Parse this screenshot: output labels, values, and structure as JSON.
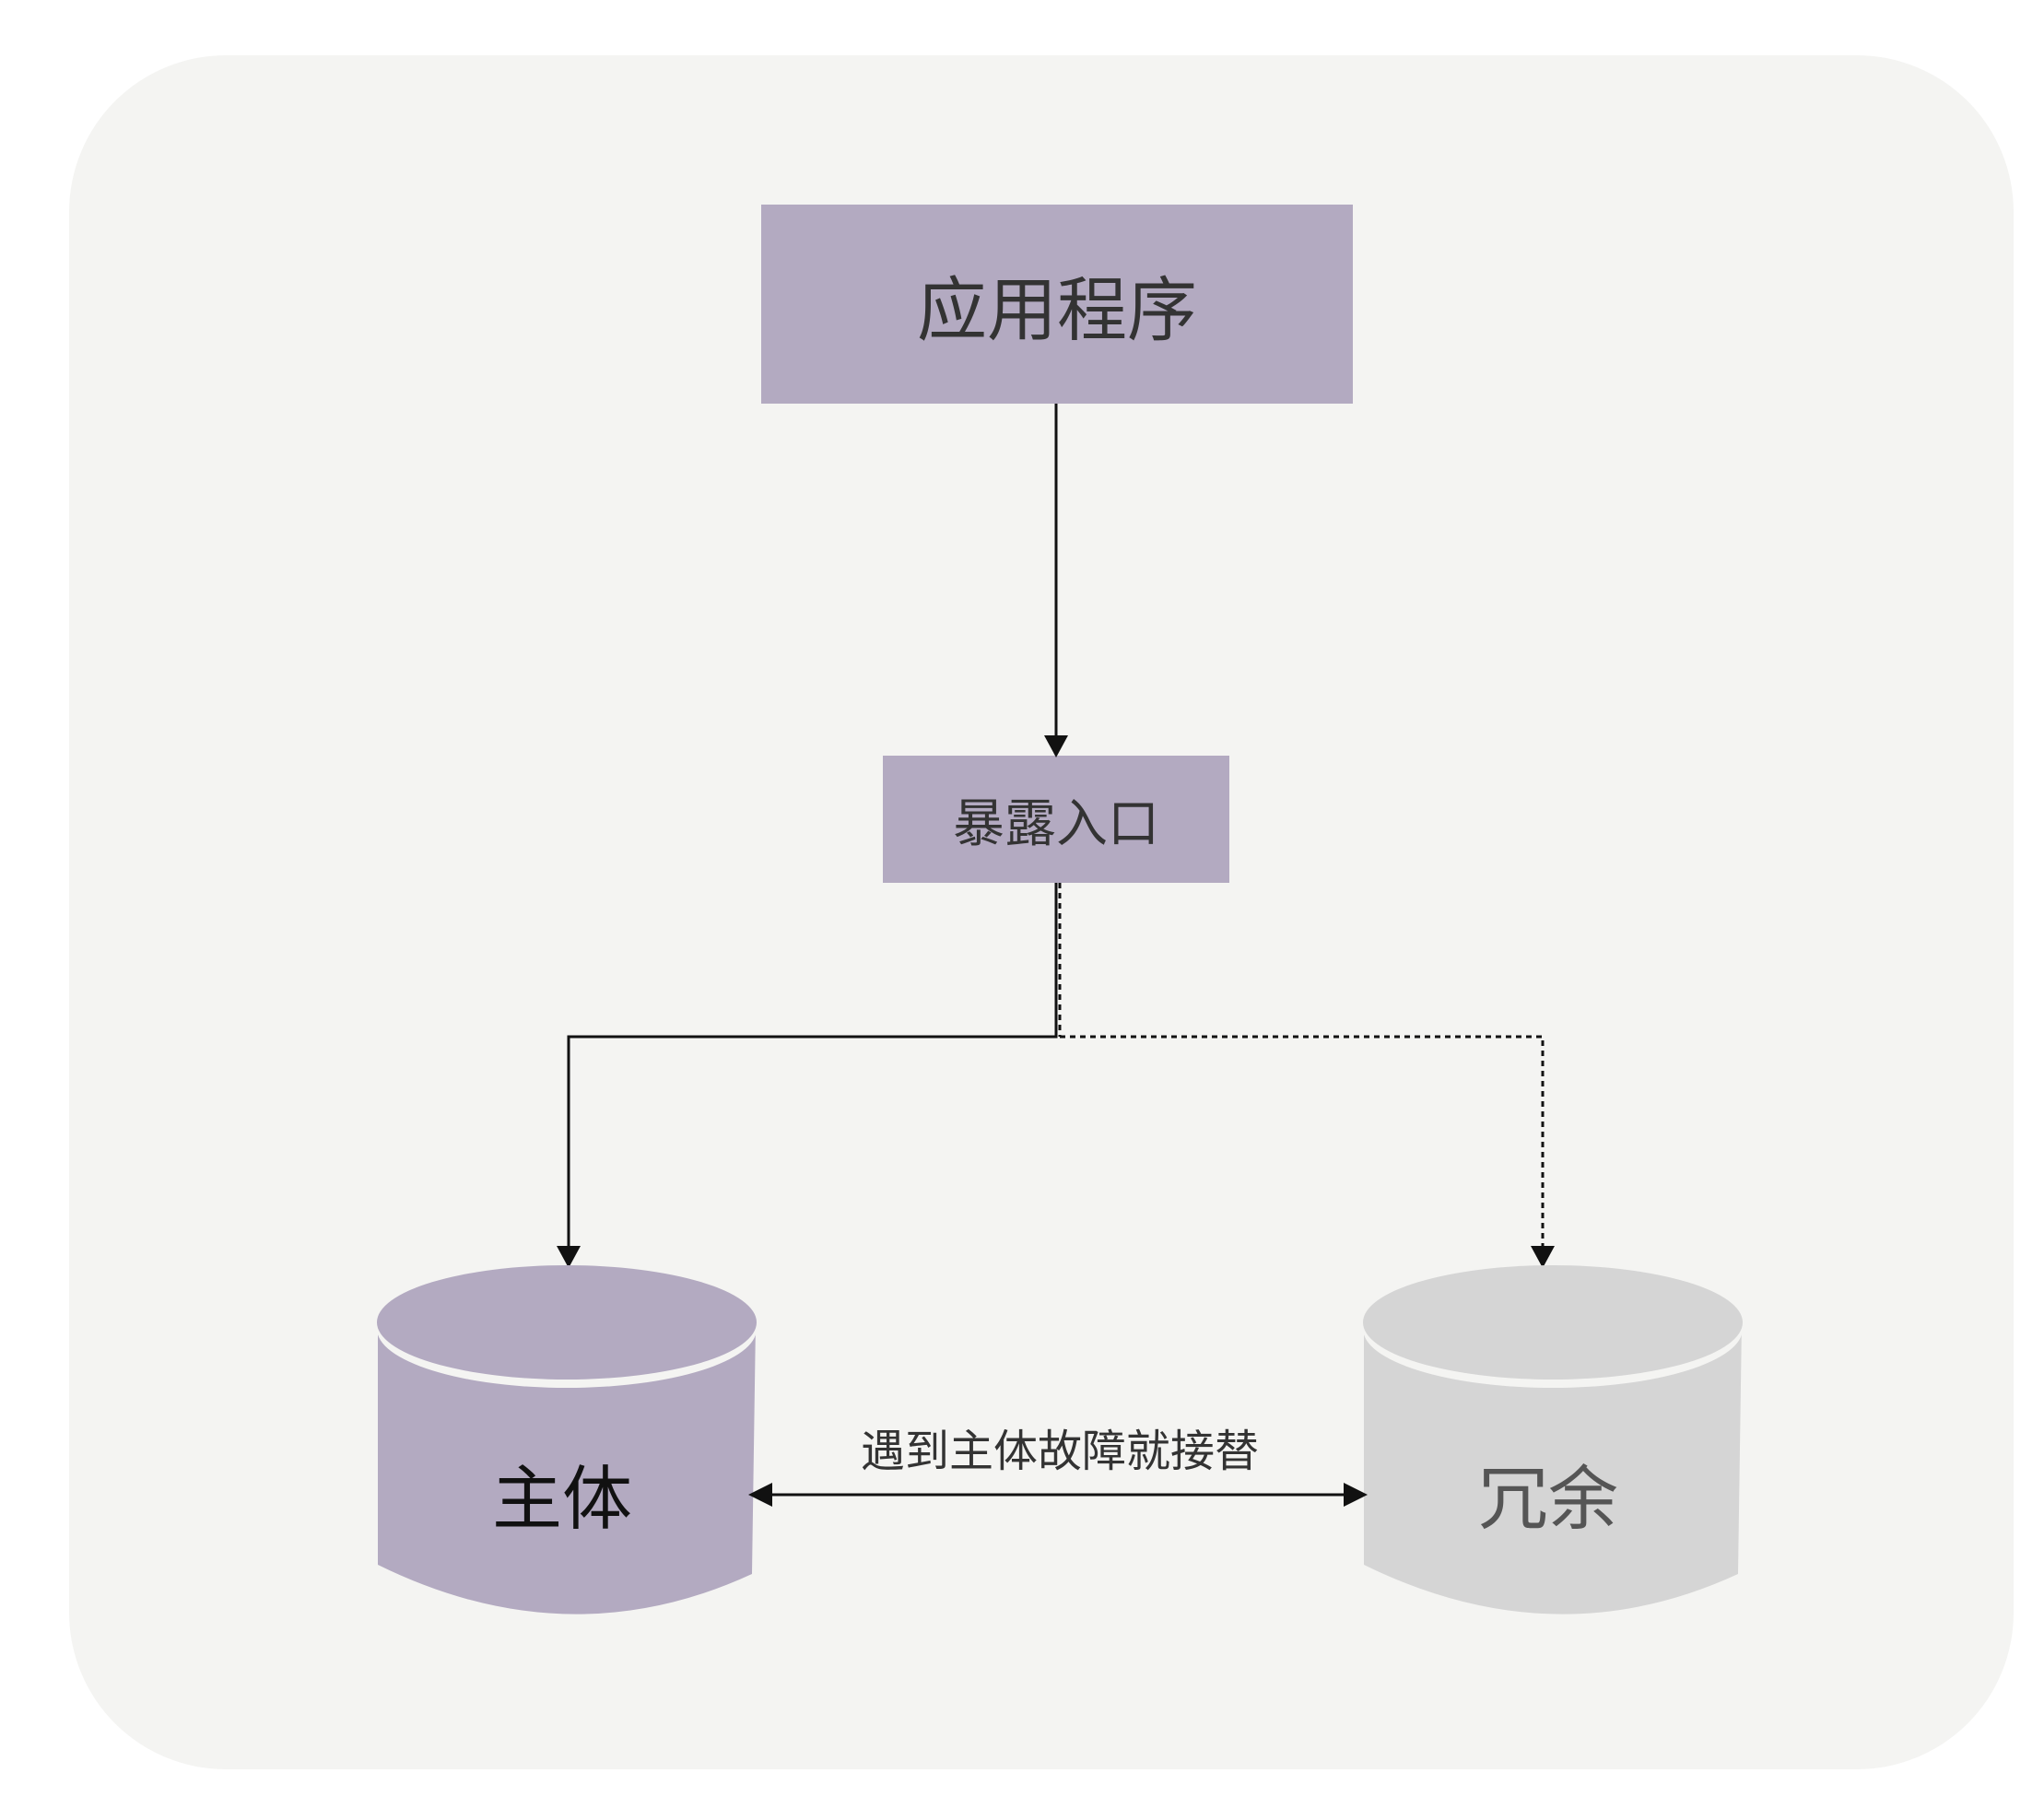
{
  "diagram": {
    "nodes": {
      "app": {
        "label": "应用程序"
      },
      "entry": {
        "label": "暴露入口"
      },
      "primary": {
        "label": "主体"
      },
      "redundant": {
        "label": "冗余"
      }
    },
    "edges": [
      {
        "from": "app",
        "to": "entry",
        "style": "solid"
      },
      {
        "from": "entry",
        "to": "primary",
        "style": "solid"
      },
      {
        "from": "entry",
        "to": "redundant",
        "style": "dashed"
      },
      {
        "from": "primary",
        "to": "redundant",
        "style": "solid",
        "bidirectional": true,
        "label": "遇到主体故障就接替"
      }
    ],
    "colors": {
      "background": "#ffffff",
      "panel": "#f4f4f2",
      "primary_fill": "#b3aac1",
      "redundant_fill": "#d5d5d5",
      "line": "#111111"
    }
  }
}
